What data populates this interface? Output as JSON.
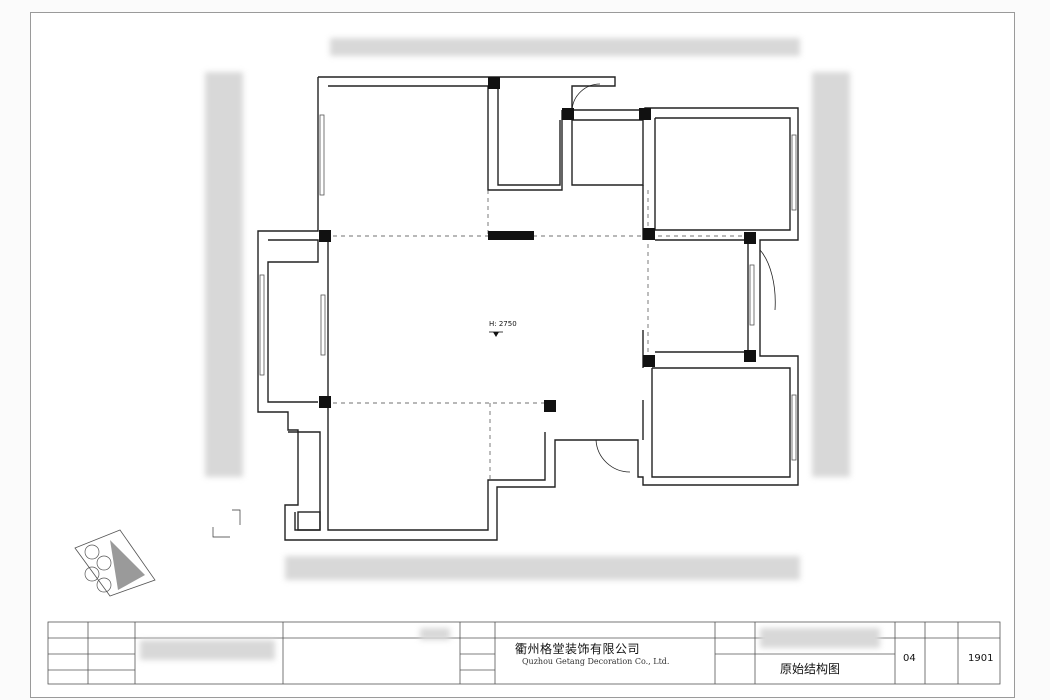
{
  "plan": {
    "ceiling_height": "H: 2750"
  },
  "title_block": {
    "company_cn": "衢州格堂装饰有限公司",
    "company_en": "Quzhou Getang Decoration Co., Ltd.",
    "drawing_title": "原始结构图",
    "sheet_number": "04",
    "drawing_number": "1901"
  }
}
